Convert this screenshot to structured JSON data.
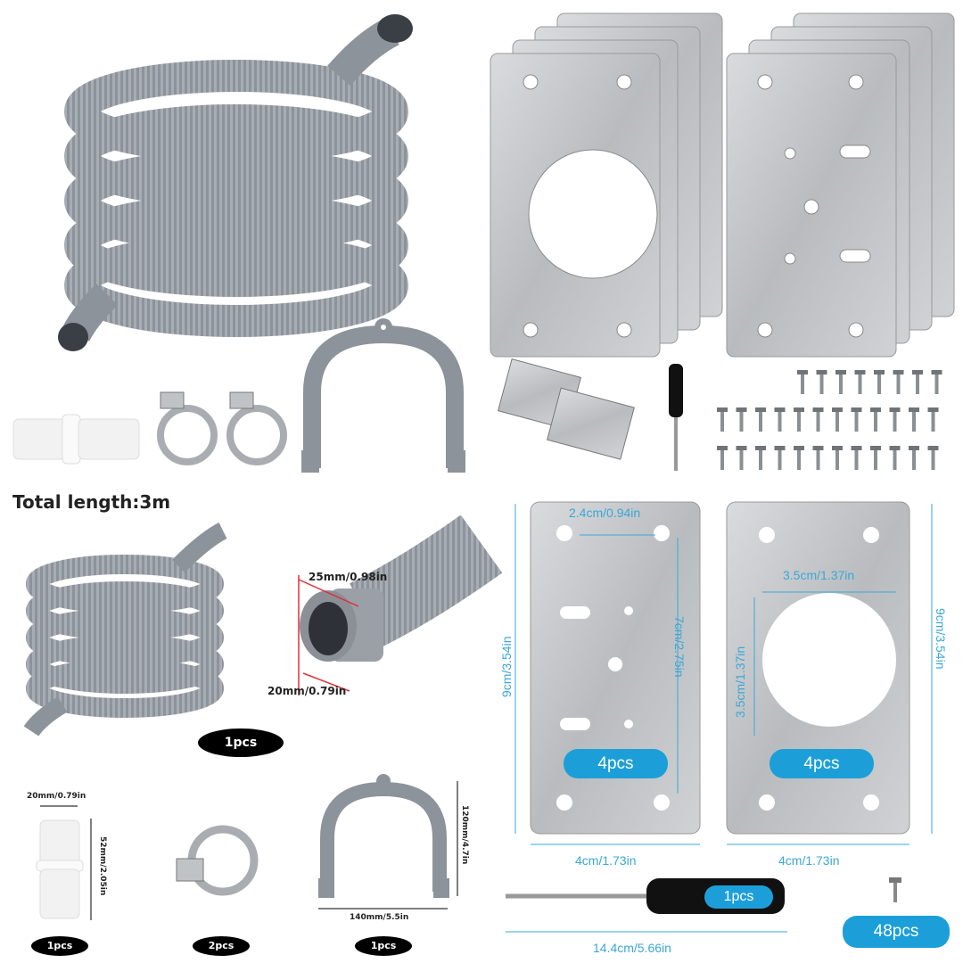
{
  "headline": "Total length:3m",
  "hose": {
    "quantity": "1pcs",
    "outer_diameter": "25mm/0.98in",
    "inner_diameter": "20mm/0.79in"
  },
  "connector": {
    "diameter": "20mm/0.79in",
    "length": "52mm/2.05in",
    "quantity": "1pcs"
  },
  "clamp": {
    "quantity": "2pcs"
  },
  "hanger": {
    "height": "120mm/4.7in",
    "width": "140mm/5.5in",
    "quantity": "1pcs"
  },
  "plate_slots": {
    "hole_spacing": "2.4cm/0.94in",
    "hole_span": "7cm/2.75in",
    "height": "9cm/3.54in",
    "width": "4cm/1.73in",
    "quantity": "4pcs"
  },
  "plate_round": {
    "hole_width": "3.5cm/1.37in",
    "hole_height": "3.5cm/1.37in",
    "height": "9cm/3.54in",
    "width": "4cm/1.73in",
    "quantity": "4pcs"
  },
  "screwdriver": {
    "length": "14.4cm/5.66in",
    "quantity": "1pcs"
  },
  "screws": {
    "quantity": "48pcs"
  },
  "colors": {
    "hose_gray": "#8a9098",
    "accent_blue": "#1c9fd9",
    "dimension_red": "#e0303a",
    "steel": "#c8cacc"
  }
}
